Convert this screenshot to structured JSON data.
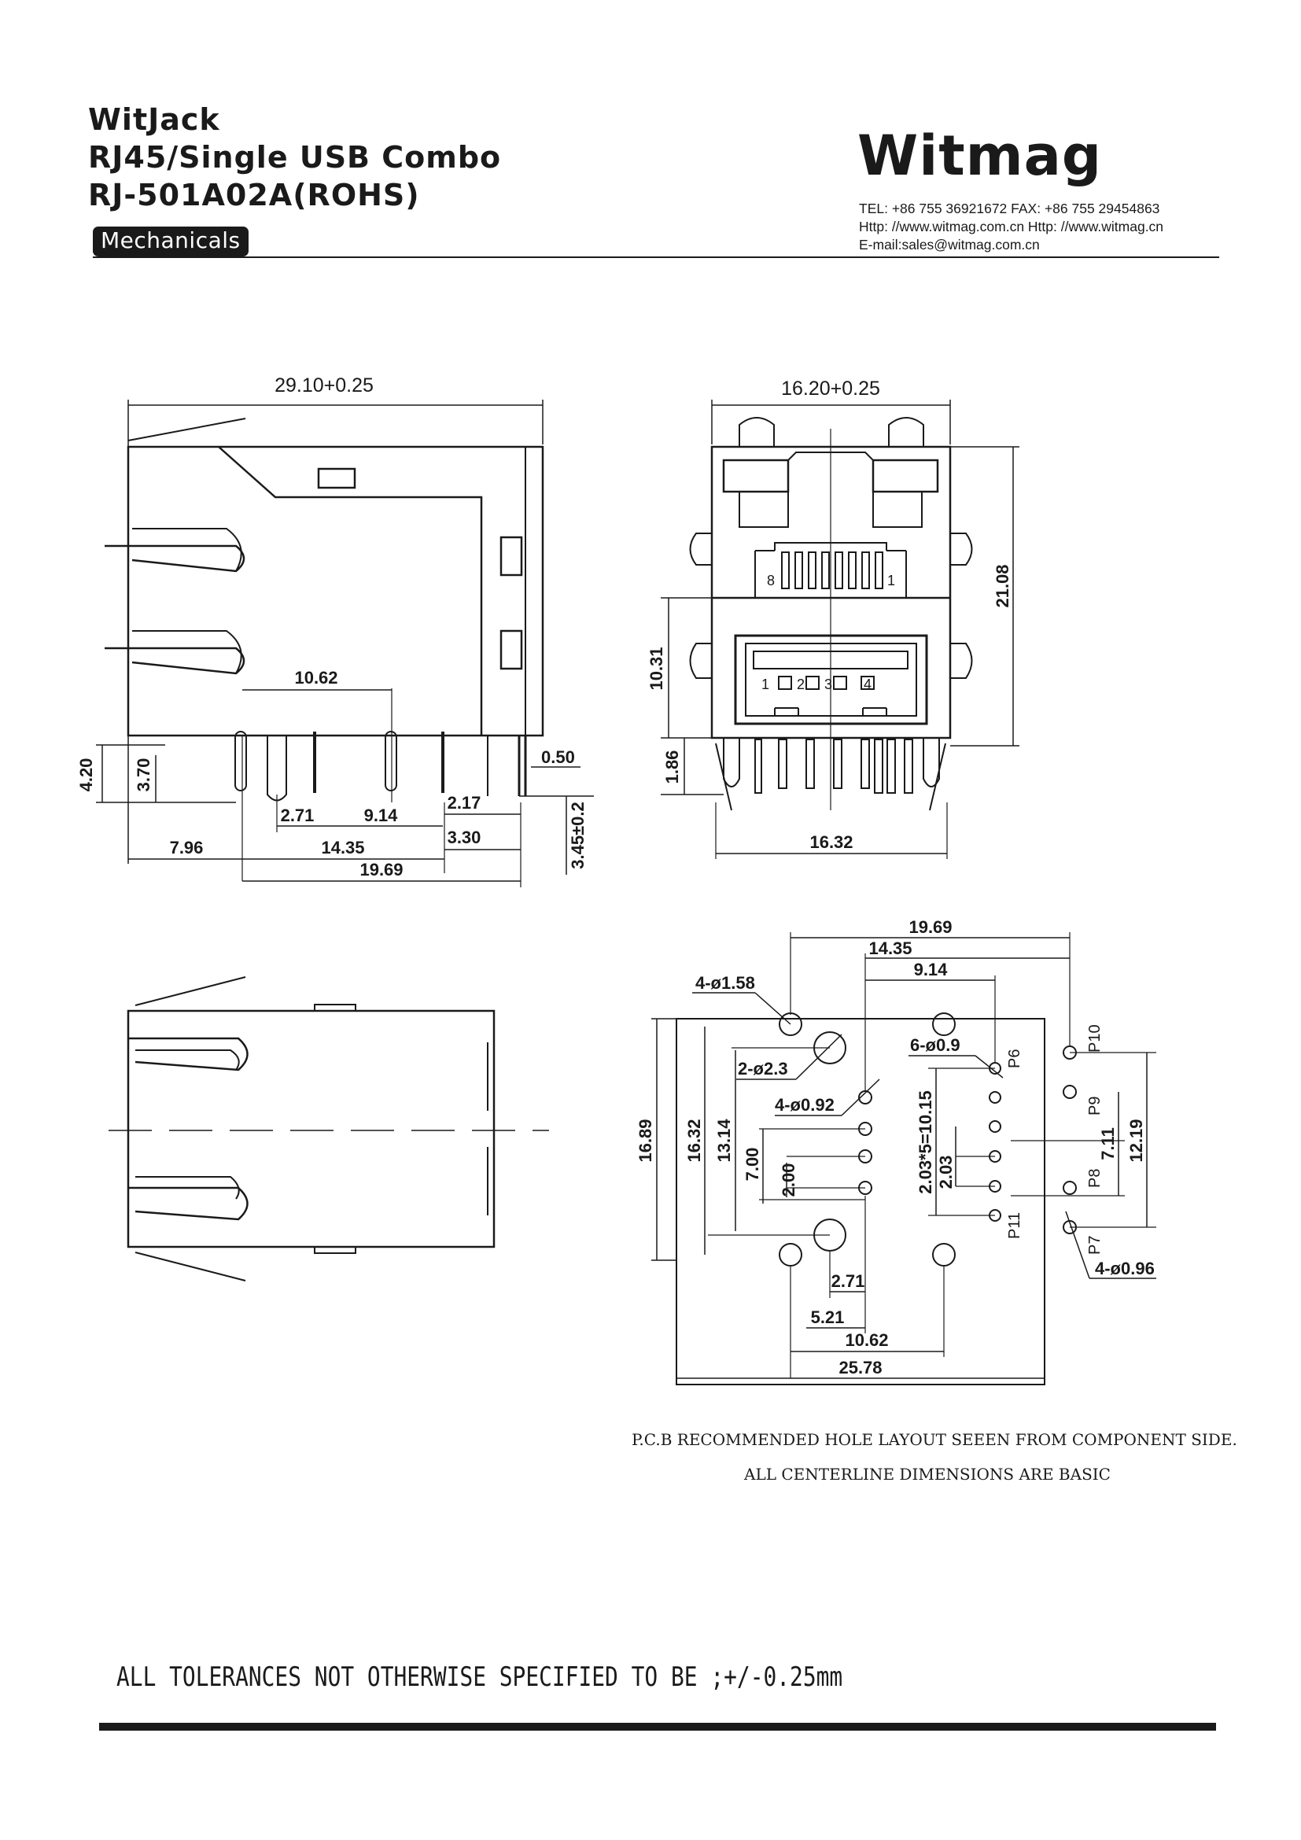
{
  "header": {
    "title_lines": [
      "WitJack",
      "RJ45/Single USB Combo",
      "RJ-501A02A(ROHS)"
    ],
    "badge": "Mechanicals",
    "brand": "Witmag",
    "contact_lines": [
      "TEL: +86 755 36921672  FAX: +86 755 29454863",
      "Http: //www.witmag.com.cn    Http: //www.witmag.cn",
      "E-mail:sales@witmag.com.cn"
    ]
  },
  "side_view": {
    "overall_width": "29.10+0.25",
    "dims": {
      "d1062": "10.62",
      "d420": "4.20",
      "d370": "3.70",
      "d050": "0.50",
      "d271": "2.71",
      "d914": "9.14",
      "d217": "2.17",
      "d345": "3.45±0.2",
      "d796": "7.96",
      "d1435": "14.35",
      "d330": "3.30",
      "d1969": "19.69"
    }
  },
  "front_view": {
    "overall_width": "16.20+0.25",
    "height": "21.08",
    "usb_height": "10.31",
    "pin_height": "1.86",
    "bottom_width": "16.32",
    "pin_labels": {
      "rj_right": "1",
      "rj_left": "8",
      "usb": [
        "1",
        "2",
        "3",
        "4"
      ]
    }
  },
  "pcb_layout": {
    "dims": {
      "w1969": "19.69",
      "w1435": "14.35",
      "w914": "9.14",
      "h1689": "16.89",
      "h1632": "16.32",
      "h1314": "13.14",
      "h700": "7.00",
      "h200": "2.00",
      "h203x5": "2.03*5=10.15",
      "h203": "2.03",
      "h711": "7.11",
      "h1219": "12.19",
      "b271": "2.71",
      "b521": "5.21",
      "b1062": "10.62",
      "b2578": "25.78"
    },
    "callouts": {
      "c158": "4-ø1.58",
      "c23": "2-ø2.3",
      "c092": "4-ø0.92",
      "c09": "6-ø0.9",
      "c096": "4-ø0.96"
    },
    "pins": {
      "p6": "P6",
      "p7": "P7",
      "p8": "P8",
      "p9": "P9",
      "p10": "P10",
      "p11": "P11"
    }
  },
  "notes": {
    "line1": "P.C.B RECOMMENDED HOLE LAYOUT SEEEN FROM COMPONENT SIDE.",
    "line2": "ALL CENTERLINE DIMENSIONS ARE BASIC"
  },
  "tolerance": "ALL TOLERANCES NOT OTHERWISE SPECIFIED TO BE ;+/-0.25mm"
}
